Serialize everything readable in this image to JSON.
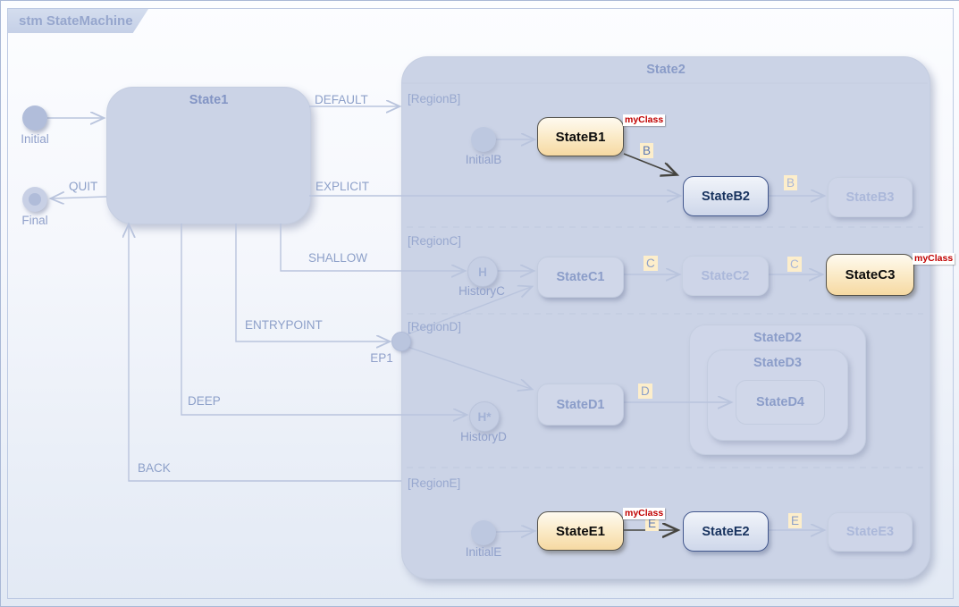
{
  "frame": {
    "title": "stm StateMachine"
  },
  "composite": {
    "state1": "State1",
    "state2": "State2"
  },
  "regions": {
    "b": "[RegionB]",
    "c": "[RegionC]",
    "d": "[RegionD]",
    "e": "[RegionE]"
  },
  "pseudo": {
    "initial": "Initial",
    "final": "Final",
    "initialB": "InitialB",
    "historyC": "HistoryC",
    "historyC_sym": "H",
    "ep1": "EP1",
    "historyD": "HistoryD",
    "historyD_sym": "H*",
    "initialE": "InitialE"
  },
  "states": {
    "b1": "StateB1",
    "b2": "StateB2",
    "b3": "StateB3",
    "c1": "StateC1",
    "c2": "StateC2",
    "c3": "StateC3",
    "d1": "StateD1",
    "d2": "StateD2",
    "d3": "StateD3",
    "d4": "StateD4",
    "e1": "StateE1",
    "e2": "StateE2",
    "e3": "StateE3"
  },
  "stereotype": "myClass",
  "transitions": {
    "default": "DEFAULT",
    "explicit": "EXPLICIT",
    "quit": "QUIT",
    "shallow": "SHALLOW",
    "entrypoint": "ENTRYPOINT",
    "deep": "DEEP",
    "back": "BACK"
  },
  "triggers": {
    "b": "B",
    "c": "C",
    "d": "D",
    "e": "E"
  },
  "colors": {
    "highlight_fill": "#f6d9a2",
    "highlight_border": "#54524b",
    "active_border": "#43588e",
    "active_text": "#17325e",
    "faded_line": "#b9c4dd",
    "dark_line": "#45443f",
    "label_text": "#8da0c9",
    "trigger_bg": "#fdeecb",
    "stereotype_text": "#c00000",
    "composite_fill": "#cbd3e6"
  }
}
